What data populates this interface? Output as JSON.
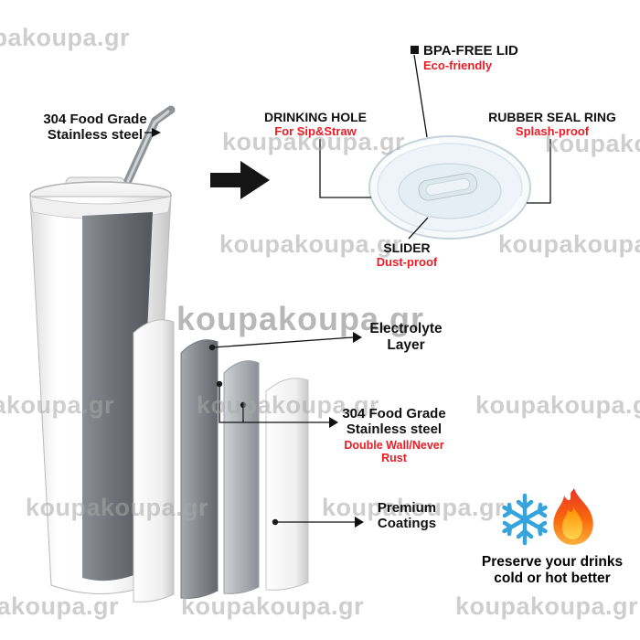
{
  "watermark": {
    "text": "koupakoupa.gr"
  },
  "colors": {
    "accent_red": "#ed1c24",
    "snowflake_blue": "#35a3dc",
    "flame_orange": "#f9690e",
    "arrow_black": "#151515",
    "watermark_gray": "#a7a7a7"
  },
  "callouts": {
    "steel_top": {
      "line1": "304 Food Grade",
      "line2": "Stainless steel"
    },
    "bpa_free_lid": {
      "title": "BPA-FREE LID",
      "subtitle": "Eco-friendly"
    },
    "drinking_hole": {
      "title": "DRINKING HOLE",
      "subtitle": "For Sip&Straw"
    },
    "rubber_seal_ring": {
      "title": "RUBBER SEAL RING",
      "subtitle": "Splash-proof"
    },
    "slider": {
      "title": "SLIDER",
      "subtitle": "Dust-proof"
    },
    "electrolyte_layer": {
      "line1": "Electrolyte",
      "line2": "Layer"
    },
    "steel_wall": {
      "line1": "304 Food Grade",
      "line2": "Stainless steel",
      "subtitle": "Double Wall/Never Rust"
    },
    "premium_coatings": {
      "line1": "Premium",
      "line2": "Coatings"
    },
    "preserve": {
      "line1": "Preserve your drinks",
      "line2": "cold or hot better"
    }
  },
  "icons": {
    "snowflake": "snowflake-icon",
    "flame": "flame-icon",
    "arrow": "arrow-right-icon"
  }
}
